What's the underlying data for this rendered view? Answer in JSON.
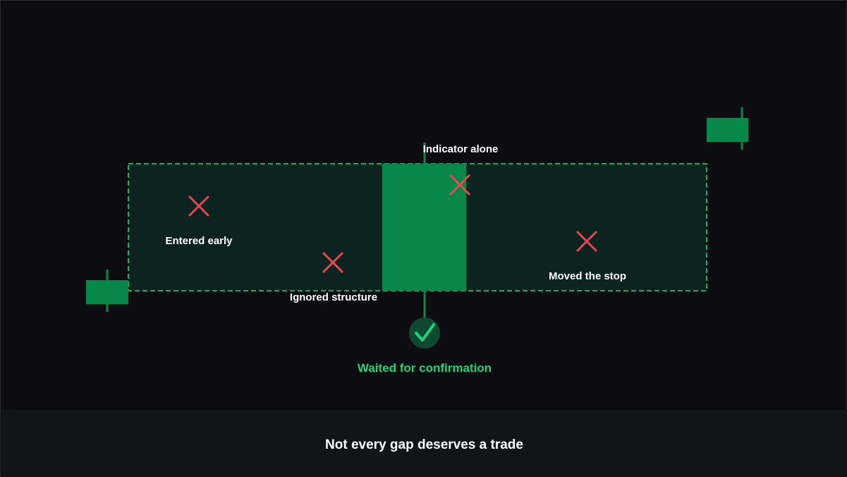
{
  "labels": {
    "indicator_alone": "Indicator alone",
    "entered_early": "Entered early",
    "ignored_structure": "Ignored structure",
    "moved_the_stop": "Moved the stop",
    "waited_for_confirmation": "Waited for confirmation"
  },
  "caption": "Not every gap deserves a trade",
  "icons": {
    "mistake": "x-mark-icon",
    "success": "check-circle-icon"
  },
  "colors": {
    "background": "#0d0d11",
    "caption_bar": "#131418",
    "candle": "#07874a",
    "gap_zone_fill": "#0c2320",
    "gap_zone_border": "#22d677",
    "mistake": "#e5484d",
    "success": "#1fd37a"
  }
}
